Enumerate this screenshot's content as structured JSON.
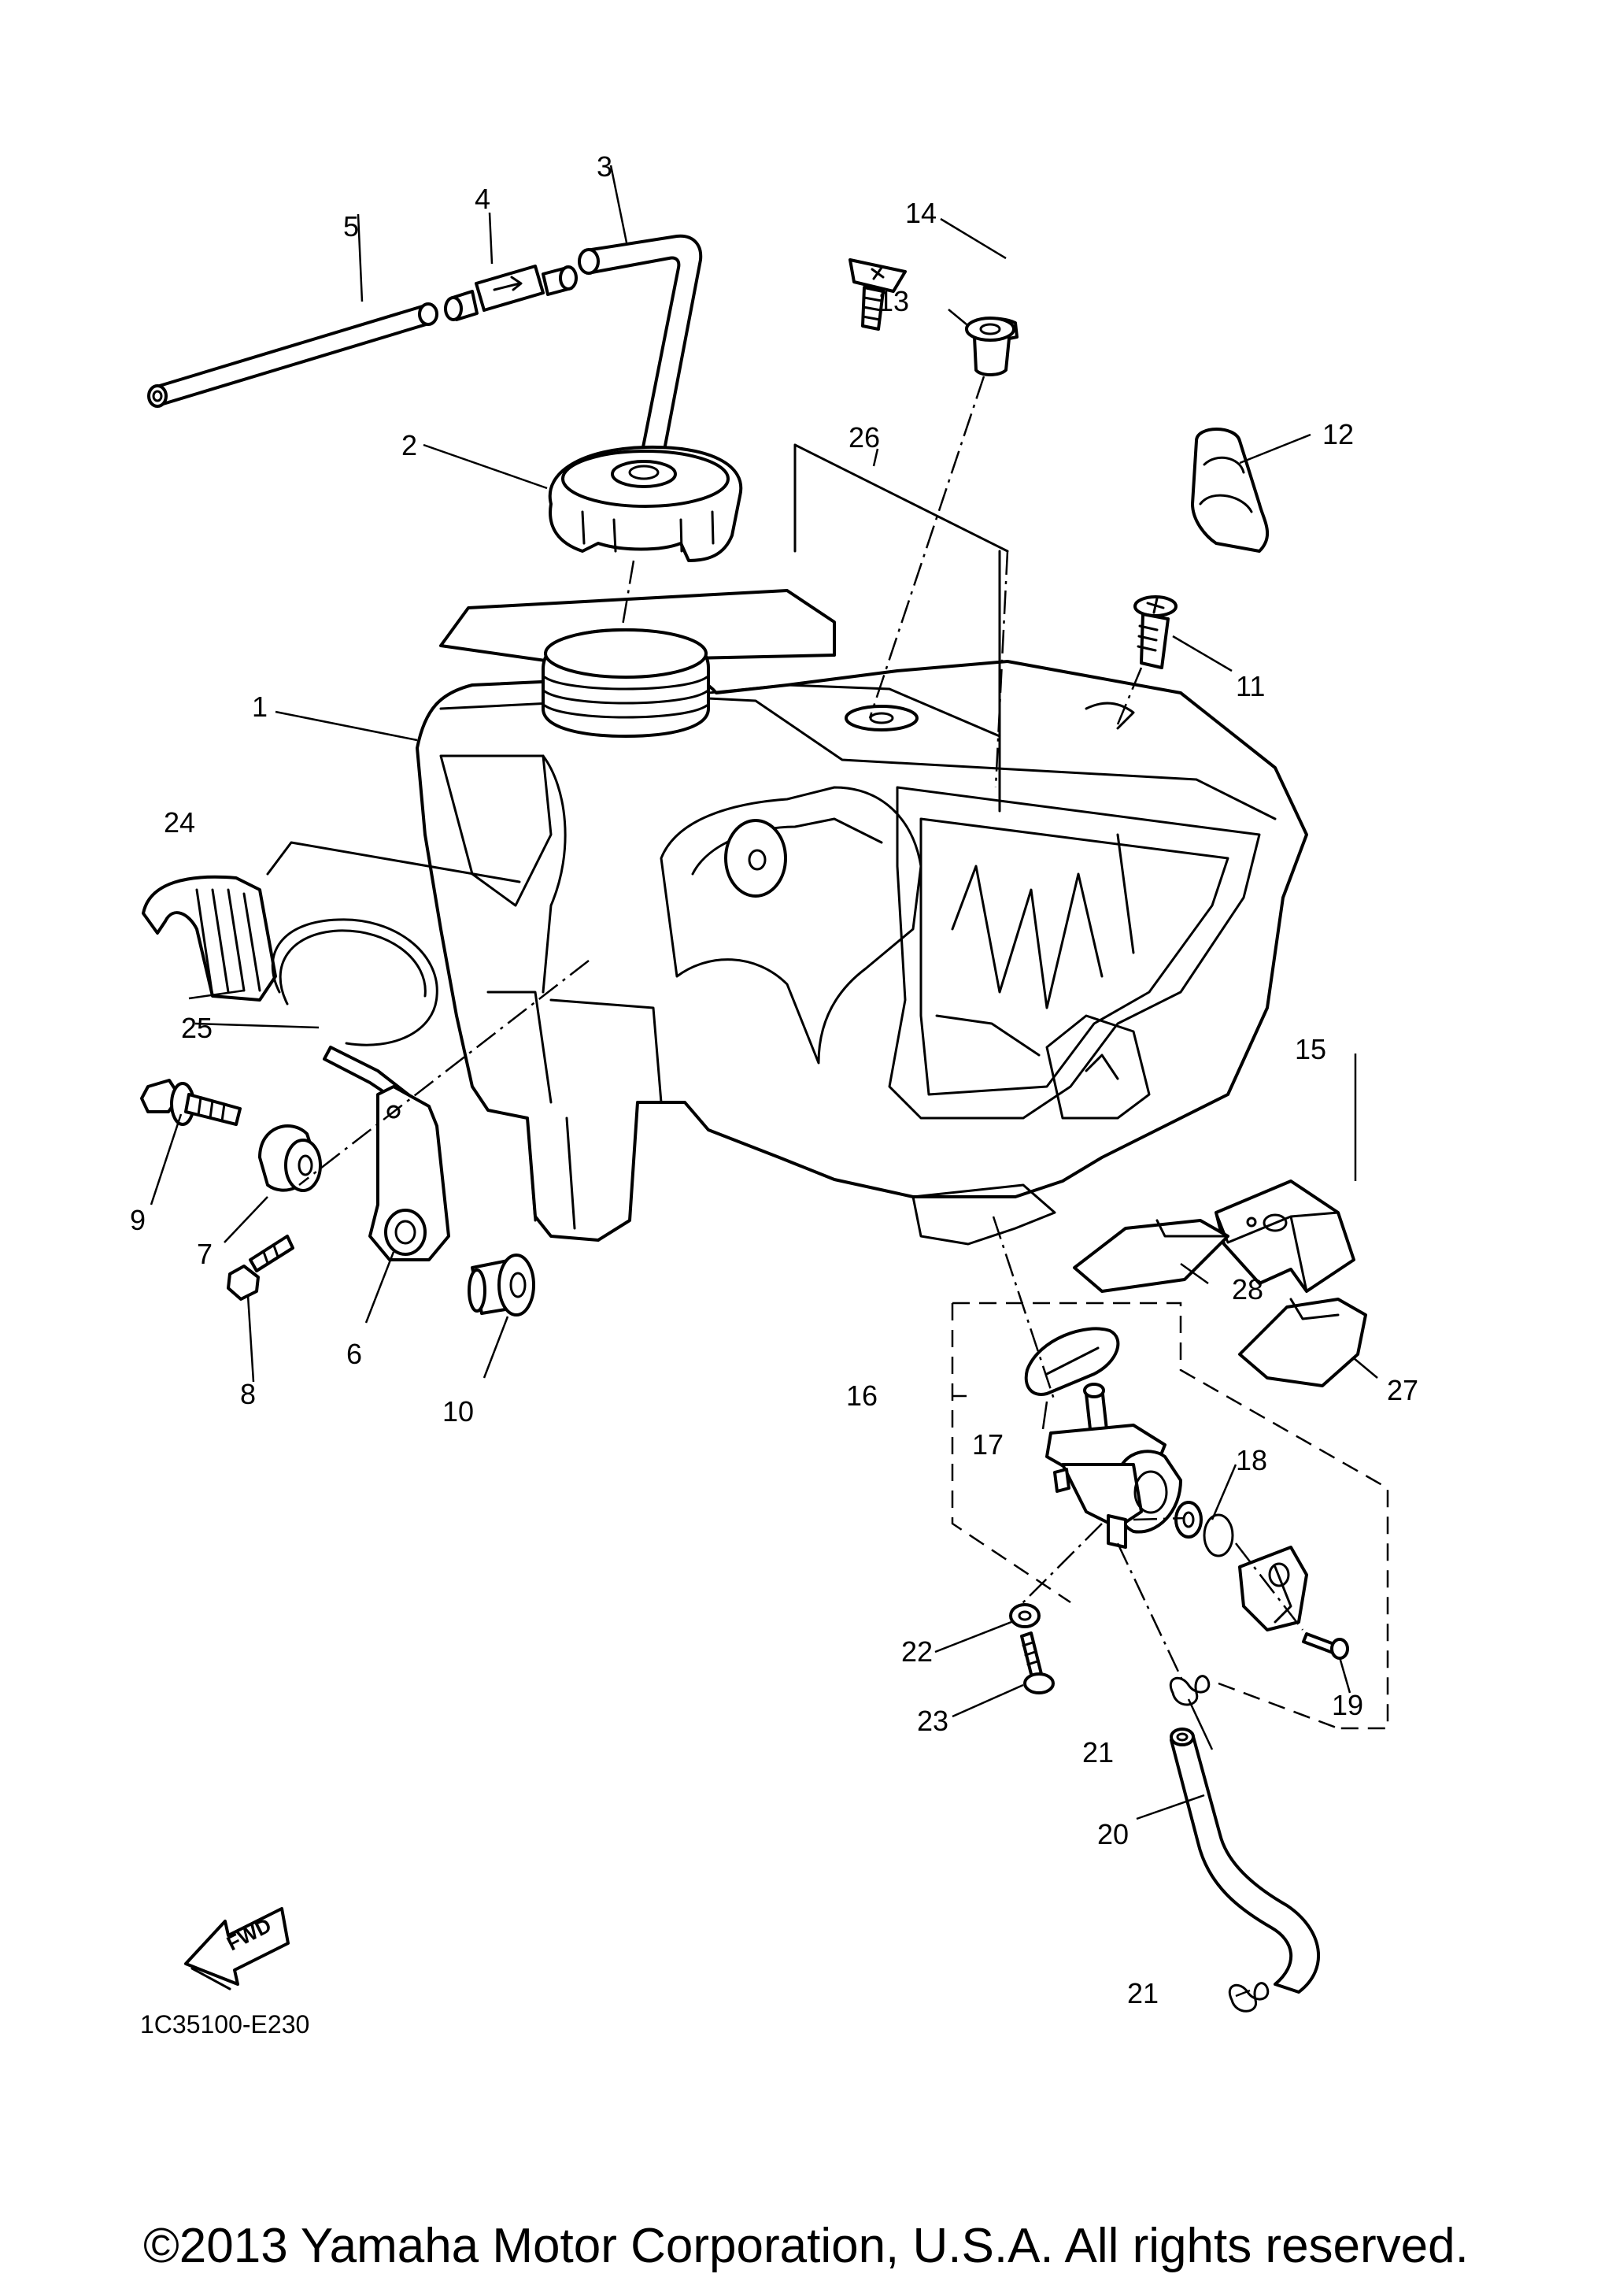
{
  "drawing_code": "1C35100-E230",
  "fwd_label": "FWD",
  "copyright": "©2013 Yamaha Motor Corporation, U.S.A. All rights reserved.",
  "callouts": {
    "c1": "1",
    "c2": "2",
    "c3": "3",
    "c4": "4",
    "c5": "5",
    "c6": "6",
    "c7": "7",
    "c8": "8",
    "c9": "9",
    "c10": "10",
    "c11": "11",
    "c12": "12",
    "c13": "13",
    "c14": "14",
    "c15": "15",
    "c16": "16",
    "c17": "17",
    "c18": "18",
    "c19": "19",
    "c20": "20",
    "c21a": "21",
    "c21b": "21",
    "c22": "22",
    "c23": "23",
    "c24": "24",
    "c25": "25",
    "c26": "26",
    "c27": "27",
    "c28": "28"
  }
}
